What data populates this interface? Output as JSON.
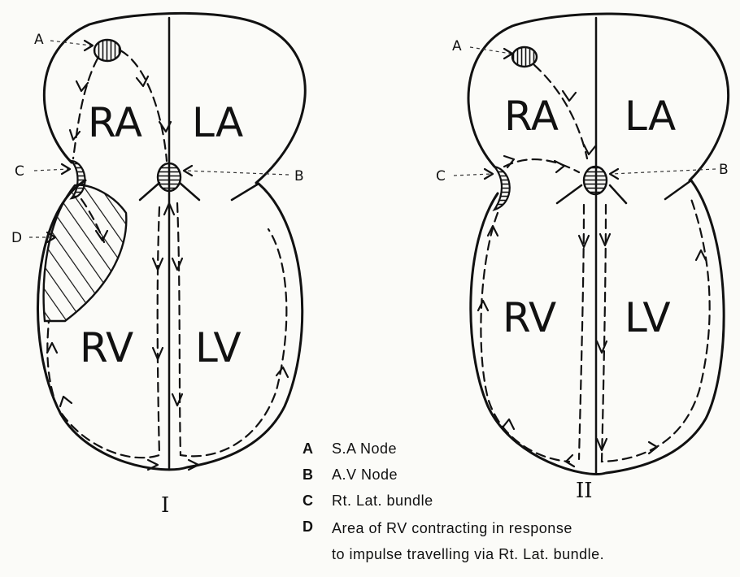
{
  "heart_I": {
    "chambers": {
      "ra": "RA",
      "la": "LA",
      "rv": "RV",
      "lv": "LV"
    },
    "pointers": {
      "a": "A",
      "b": "B",
      "c": "C",
      "d": "D"
    },
    "figure_label": "I"
  },
  "heart_II": {
    "chambers": {
      "ra": "RA",
      "la": "LA",
      "rv": "RV",
      "lv": "LV"
    },
    "pointers": {
      "a": "A",
      "b": "B",
      "c": "C"
    },
    "figure_label": "II"
  },
  "legend": [
    {
      "key": "A",
      "text": "S.A Node"
    },
    {
      "key": "B",
      "text": "A.V Node"
    },
    {
      "key": "C",
      "text": "Rt. Lat. bundle"
    },
    {
      "key": "D",
      "text": "Area of RV contracting in response",
      "text2": "to impulse travelling via Rt. Lat. bundle."
    }
  ]
}
